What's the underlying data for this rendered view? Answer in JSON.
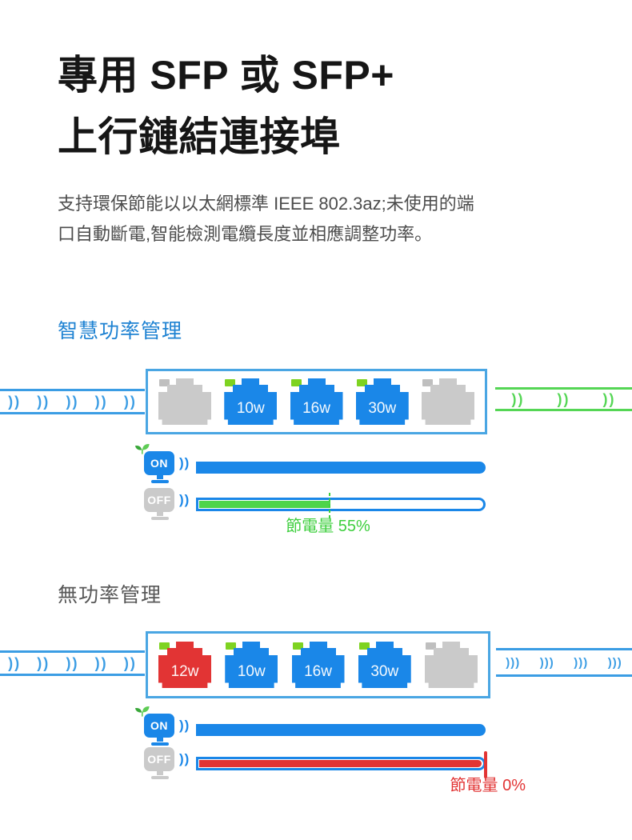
{
  "colors": {
    "blue": "#1a87e8",
    "blue_light": "#4aa6e3",
    "cable_blue": "#3b9de4",
    "green": "#4ed44a",
    "green_led": "#7ed321",
    "green_text": "#3ecf3e",
    "cable_green": "#55d655",
    "gray": "#cacaca",
    "gray_led": "#bfbfbf",
    "red": "#e23434",
    "heading": "#161616",
    "body_text": "#4c4c4c",
    "subhead_blue": "#1e82d2",
    "subhead_gray": "#585858"
  },
  "header": {
    "title_line1": "專用 SFP 或 SFP+",
    "title_line2": "上行鏈結連接埠",
    "desc_line1": "支持環保節能以以太網標準 IEEE 802.3az;未使用的端",
    "desc_line2": "口自動斷電,智能檢測電纜長度並相應調整功率。"
  },
  "smart": {
    "heading": "智慧功率管理",
    "wave_pair": "))",
    "left_cable_color": "blue",
    "right_cable_color": "green",
    "ports": [
      {
        "label": "",
        "type": "idle"
      },
      {
        "label": "10w",
        "type": "active"
      },
      {
        "label": "16w",
        "type": "active"
      },
      {
        "label": "30w",
        "type": "active"
      },
      {
        "label": "",
        "type": "idle"
      }
    ],
    "on_label": "ON",
    "off_label": "OFF",
    "on_bar": "full-blue",
    "off_bar": "green-partial",
    "savings_caption": "節電量 55%",
    "savings_percent": 55
  },
  "none": {
    "heading": "無功率管理",
    "wave_pair": "))",
    "wave_triple": ")))",
    "left_cable_color": "blue",
    "right_cable_color": "blue",
    "ports": [
      {
        "label": "12w",
        "type": "overload"
      },
      {
        "label": "10w",
        "type": "active"
      },
      {
        "label": "16w",
        "type": "active"
      },
      {
        "label": "30w",
        "type": "active"
      },
      {
        "label": "",
        "type": "idle"
      }
    ],
    "on_label": "ON",
    "off_label": "OFF",
    "on_bar": "full-blue",
    "off_bar": "red-full",
    "savings_caption": "節電量 0%",
    "savings_percent": 0
  }
}
